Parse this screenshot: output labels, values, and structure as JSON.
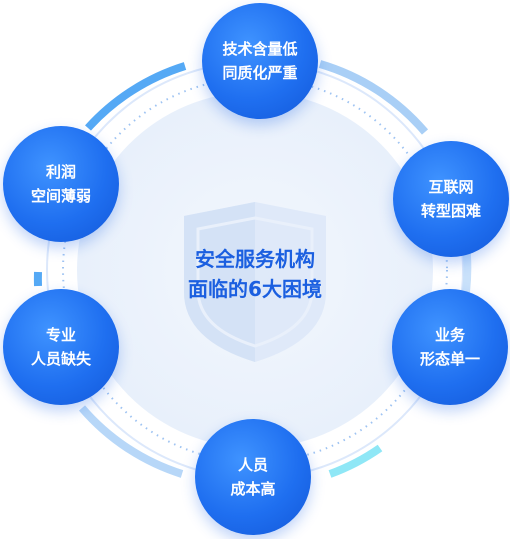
{
  "center": {
    "line1": "安全服务机构",
    "line2": "面临的6大困境"
  },
  "nodes": [
    {
      "id": "tech",
      "line1": "技术含量低",
      "line2": "同质化严重"
    },
    {
      "id": "net",
      "line1": "互联网",
      "line2": "转型困难"
    },
    {
      "id": "biz",
      "line1": "业务",
      "line2": "形态单一"
    },
    {
      "id": "cost",
      "line1": "人员",
      "line2": "成本高"
    },
    {
      "id": "staff",
      "line1": "专业",
      "line2": "人员缺失"
    },
    {
      "id": "profit",
      "line1": "利润",
      "line2": "空间薄弱"
    }
  ],
  "colors": {
    "node_blue": "#1f6ff0",
    "center_text": "#1b5fe0",
    "ring_light": "#dce8fb",
    "arc_blue": "#55a9f5",
    "arc_cyan": "#8fe7f6",
    "inner_fill": "#eef4fd",
    "shield": "#dde8f8"
  }
}
